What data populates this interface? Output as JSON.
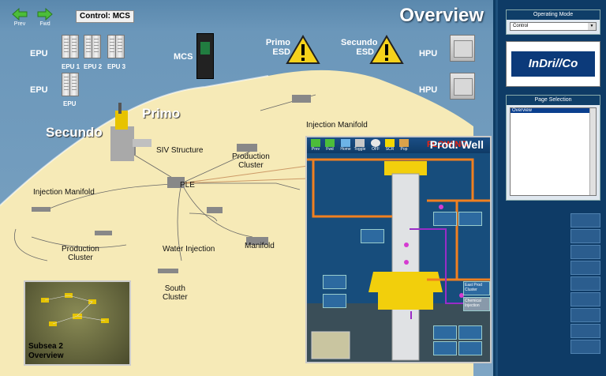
{
  "nav": {
    "prev": "Prev",
    "fwd": "Fwd"
  },
  "control_label": "Control: MCS",
  "page_title": "Overview",
  "labels": {
    "epu_top": "EPU",
    "epu_bottom": "EPU",
    "epu1": "EPU 1",
    "epu2": "EPU 2",
    "epu3": "EPU 3",
    "epu_single": "EPU",
    "mcs": "MCS",
    "primo_esd": [
      "Primo",
      "ESD"
    ],
    "secundo_esd": [
      "Secundo",
      "ESD"
    ],
    "hpu_top": "HPU",
    "hpu_bottom": "HPU"
  },
  "map": {
    "primo": "Primo",
    "secundo": "Secundo",
    "injection_manifold_right": "Injection Manifold",
    "siv_structure": "SIV Structure",
    "production_cluster_right": [
      "Production",
      "Cluster"
    ],
    "ple": "PLE",
    "injection_manifold_left": "Injection Manifold",
    "production_cluster_left": [
      "Production",
      "Cluster"
    ],
    "water_injection": "Water Injection",
    "manifold": "Manifold",
    "south_cluster": [
      "South",
      "Cluster"
    ]
  },
  "subsea": [
    "Subsea 2",
    "Overview"
  ],
  "prod_well": {
    "title": "Prod. Well",
    "status": "FLOWING",
    "status_color": "#e21b1b",
    "buttons": [
      "Prev",
      "Fwd",
      "Home",
      "Toggle",
      "OFF",
      "SCR",
      "Pop"
    ],
    "east_prod_cluster": [
      "East Prod",
      "Cluster"
    ],
    "chemical_injection": [
      "Chemical",
      "Injection"
    ]
  },
  "side": {
    "operating_mode_title": "Operating Mode",
    "operating_mode_value": "Control",
    "logo": "InDri//Co",
    "page_selection_title": "Page Selection",
    "page_selection_items": [
      "Overview"
    ]
  },
  "colors": {
    "accent": "#0f3e68",
    "warning": "#f6d21b",
    "pipe_orange": "#f08020",
    "pipe_purple": "#9a2cc7"
  }
}
